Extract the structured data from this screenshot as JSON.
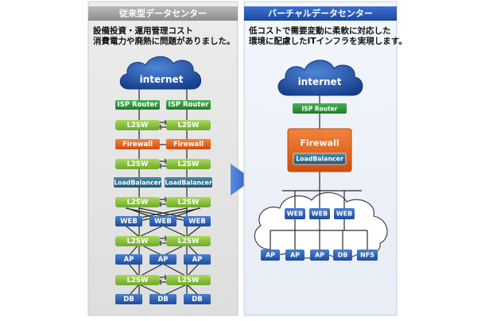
{
  "left": {
    "header": "従来型データセンター",
    "desc_line1": "設備投資・運用管理コスト",
    "desc_line2": "消費電力や廃熱に問題がありました。",
    "cloud": "internet",
    "isp_router": "ISP Router",
    "l2sw": "L2SW",
    "firewall": "Firewall",
    "load_balancer": "LoadBalancer",
    "web": "WEB",
    "ap": "AP",
    "db": "DB"
  },
  "right": {
    "header": "バーチャルデータセンター",
    "desc_line1": "低コストで需要変動に柔軟に対応した",
    "desc_line2": "環境に配慮したITインフラを実現します。",
    "cloud": "internet",
    "isp_router": "ISP Router",
    "firewall": "Firewall",
    "load_balancer": "LoadBalancer",
    "web": "WEB",
    "ap": "AP",
    "db": "DB",
    "nfs": "NFS"
  },
  "colors": {
    "left_header": "#9a9a9a",
    "right_header": "#2b5cb8",
    "isp": "#2e9a3e",
    "l2sw": "#8cc63f",
    "firewall": "#e8641e",
    "loadbalancer": "#2f6e8c",
    "server": "#2f62b7",
    "cloud": "#2a5aa8",
    "arrow": "#3366cc"
  }
}
